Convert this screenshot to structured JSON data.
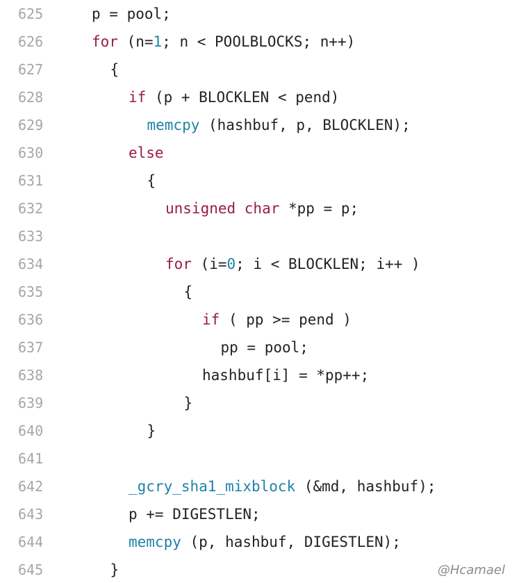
{
  "colors": {
    "background": "#ffffff",
    "line_number": "#a6a6a6",
    "keyword": "#9a1a4c",
    "function": "#1f82a8",
    "number": "#1f82a8",
    "plain": "#222222"
  },
  "lines": [
    {
      "number": "625",
      "indent": 0,
      "tokens": [
        {
          "t": "plain",
          "v": "p = pool;"
        }
      ]
    },
    {
      "number": "626",
      "indent": 0,
      "tokens": [
        {
          "t": "kw",
          "v": "for"
        },
        {
          "t": "plain",
          "v": " (n="
        },
        {
          "t": "num",
          "v": "1"
        },
        {
          "t": "plain",
          "v": "; n < POOLBLOCKS; n++)"
        }
      ]
    },
    {
      "number": "627",
      "indent": 1,
      "tokens": [
        {
          "t": "plain",
          "v": "{"
        }
      ]
    },
    {
      "number": "628",
      "indent": 2,
      "tokens": [
        {
          "t": "kw",
          "v": "if"
        },
        {
          "t": "plain",
          "v": " (p + BLOCKLEN < pend)"
        }
      ]
    },
    {
      "number": "629",
      "indent": 3,
      "tokens": [
        {
          "t": "fn",
          "v": "memcpy"
        },
        {
          "t": "plain",
          "v": " (hashbuf, p, BLOCKLEN);"
        }
      ]
    },
    {
      "number": "630",
      "indent": 2,
      "tokens": [
        {
          "t": "kw",
          "v": "else"
        }
      ]
    },
    {
      "number": "631",
      "indent": 3,
      "tokens": [
        {
          "t": "plain",
          "v": "{"
        }
      ]
    },
    {
      "number": "632",
      "indent": 4,
      "tokens": [
        {
          "t": "kw",
          "v": "unsigned char"
        },
        {
          "t": "plain",
          "v": " *pp = p;"
        }
      ]
    },
    {
      "number": "633",
      "indent": 0,
      "tokens": []
    },
    {
      "number": "634",
      "indent": 4,
      "tokens": [
        {
          "t": "kw",
          "v": "for"
        },
        {
          "t": "plain",
          "v": " (i="
        },
        {
          "t": "num",
          "v": "0"
        },
        {
          "t": "plain",
          "v": "; i < BLOCKLEN; i++ )"
        }
      ]
    },
    {
      "number": "635",
      "indent": 5,
      "tokens": [
        {
          "t": "plain",
          "v": "{"
        }
      ]
    },
    {
      "number": "636",
      "indent": 6,
      "tokens": [
        {
          "t": "kw",
          "v": "if"
        },
        {
          "t": "plain",
          "v": " ( pp >= pend )"
        }
      ]
    },
    {
      "number": "637",
      "indent": 7,
      "tokens": [
        {
          "t": "plain",
          "v": "pp = pool;"
        }
      ]
    },
    {
      "number": "638",
      "indent": 6,
      "tokens": [
        {
          "t": "plain",
          "v": "hashbuf[i] = *pp++;"
        }
      ]
    },
    {
      "number": "639",
      "indent": 5,
      "tokens": [
        {
          "t": "plain",
          "v": "}"
        }
      ]
    },
    {
      "number": "640",
      "indent": 3,
      "tokens": [
        {
          "t": "plain",
          "v": "}"
        }
      ]
    },
    {
      "number": "641",
      "indent": 0,
      "tokens": []
    },
    {
      "number": "642",
      "indent": 2,
      "tokens": [
        {
          "t": "fn",
          "v": "_gcry_sha1_mixblock"
        },
        {
          "t": "plain",
          "v": " (&md, hashbuf);"
        }
      ]
    },
    {
      "number": "643",
      "indent": 2,
      "tokens": [
        {
          "t": "plain",
          "v": "p += DIGESTLEN;"
        }
      ]
    },
    {
      "number": "644",
      "indent": 2,
      "tokens": [
        {
          "t": "fn",
          "v": "memcpy"
        },
        {
          "t": "plain",
          "v": " (p, hashbuf, DIGESTLEN);"
        }
      ]
    },
    {
      "number": "645",
      "indent": 1,
      "tokens": [
        {
          "t": "plain",
          "v": "}"
        }
      ]
    }
  ],
  "watermark": "@Hcamael"
}
